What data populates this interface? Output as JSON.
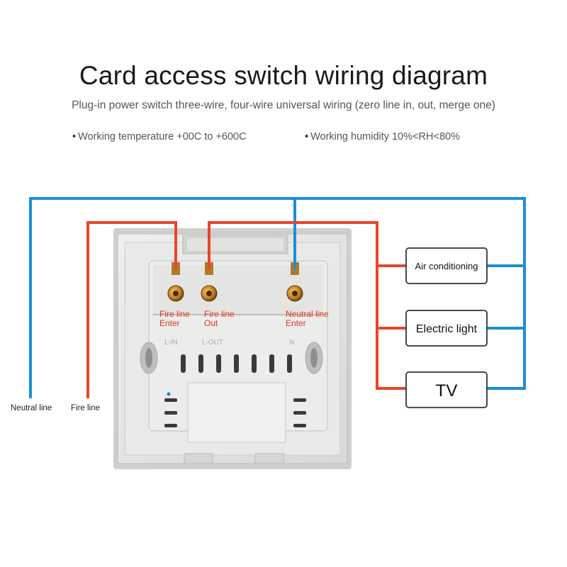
{
  "header": {
    "title": "Card access switch wiring diagram",
    "subtitle": "Plug-in power switch three-wire, four-wire universal wiring (zero line in, out, merge one)",
    "specs": [
      "Working temperature +00C to +600C",
      "Working humidity 10%<RH<80%"
    ]
  },
  "terminals": {
    "fire_in": {
      "line1": "Fire line",
      "line2": "Enter"
    },
    "fire_out": {
      "line1": "Fire line",
      "line2": "Out"
    },
    "neutral_in": {
      "line1": "Neutral line",
      "line2": "Enter"
    }
  },
  "embossed": {
    "left": "L-IN",
    "mid": "L-OUT",
    "right": "N"
  },
  "input_labels": {
    "neutral": "Neutral line",
    "fire": "Fire line"
  },
  "loads": [
    {
      "label": "Air conditioning"
    },
    {
      "label": "Electric light"
    },
    {
      "label": "TV"
    }
  ],
  "colors": {
    "neutral_wire": "#1a8fd8",
    "fire_wire": "#e8462a",
    "terminal_label": "#e0331f",
    "title_text": "#1a1a1a",
    "panel_face": "#e6e6e4"
  }
}
